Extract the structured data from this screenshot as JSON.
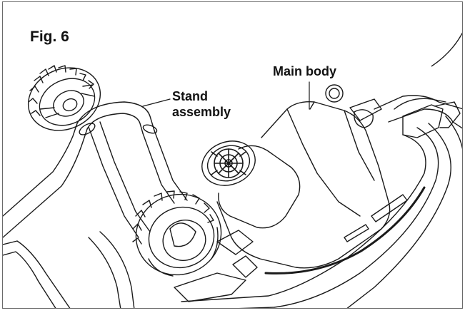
{
  "figure": {
    "label": "Fig. 6"
  },
  "callouts": {
    "main_body": "Main body",
    "stand_line1": "Stand",
    "stand_line2": "assembly"
  },
  "colors": {
    "line": "#1a1a1a",
    "frame": "#6a6a6a",
    "background": "#ffffff"
  }
}
